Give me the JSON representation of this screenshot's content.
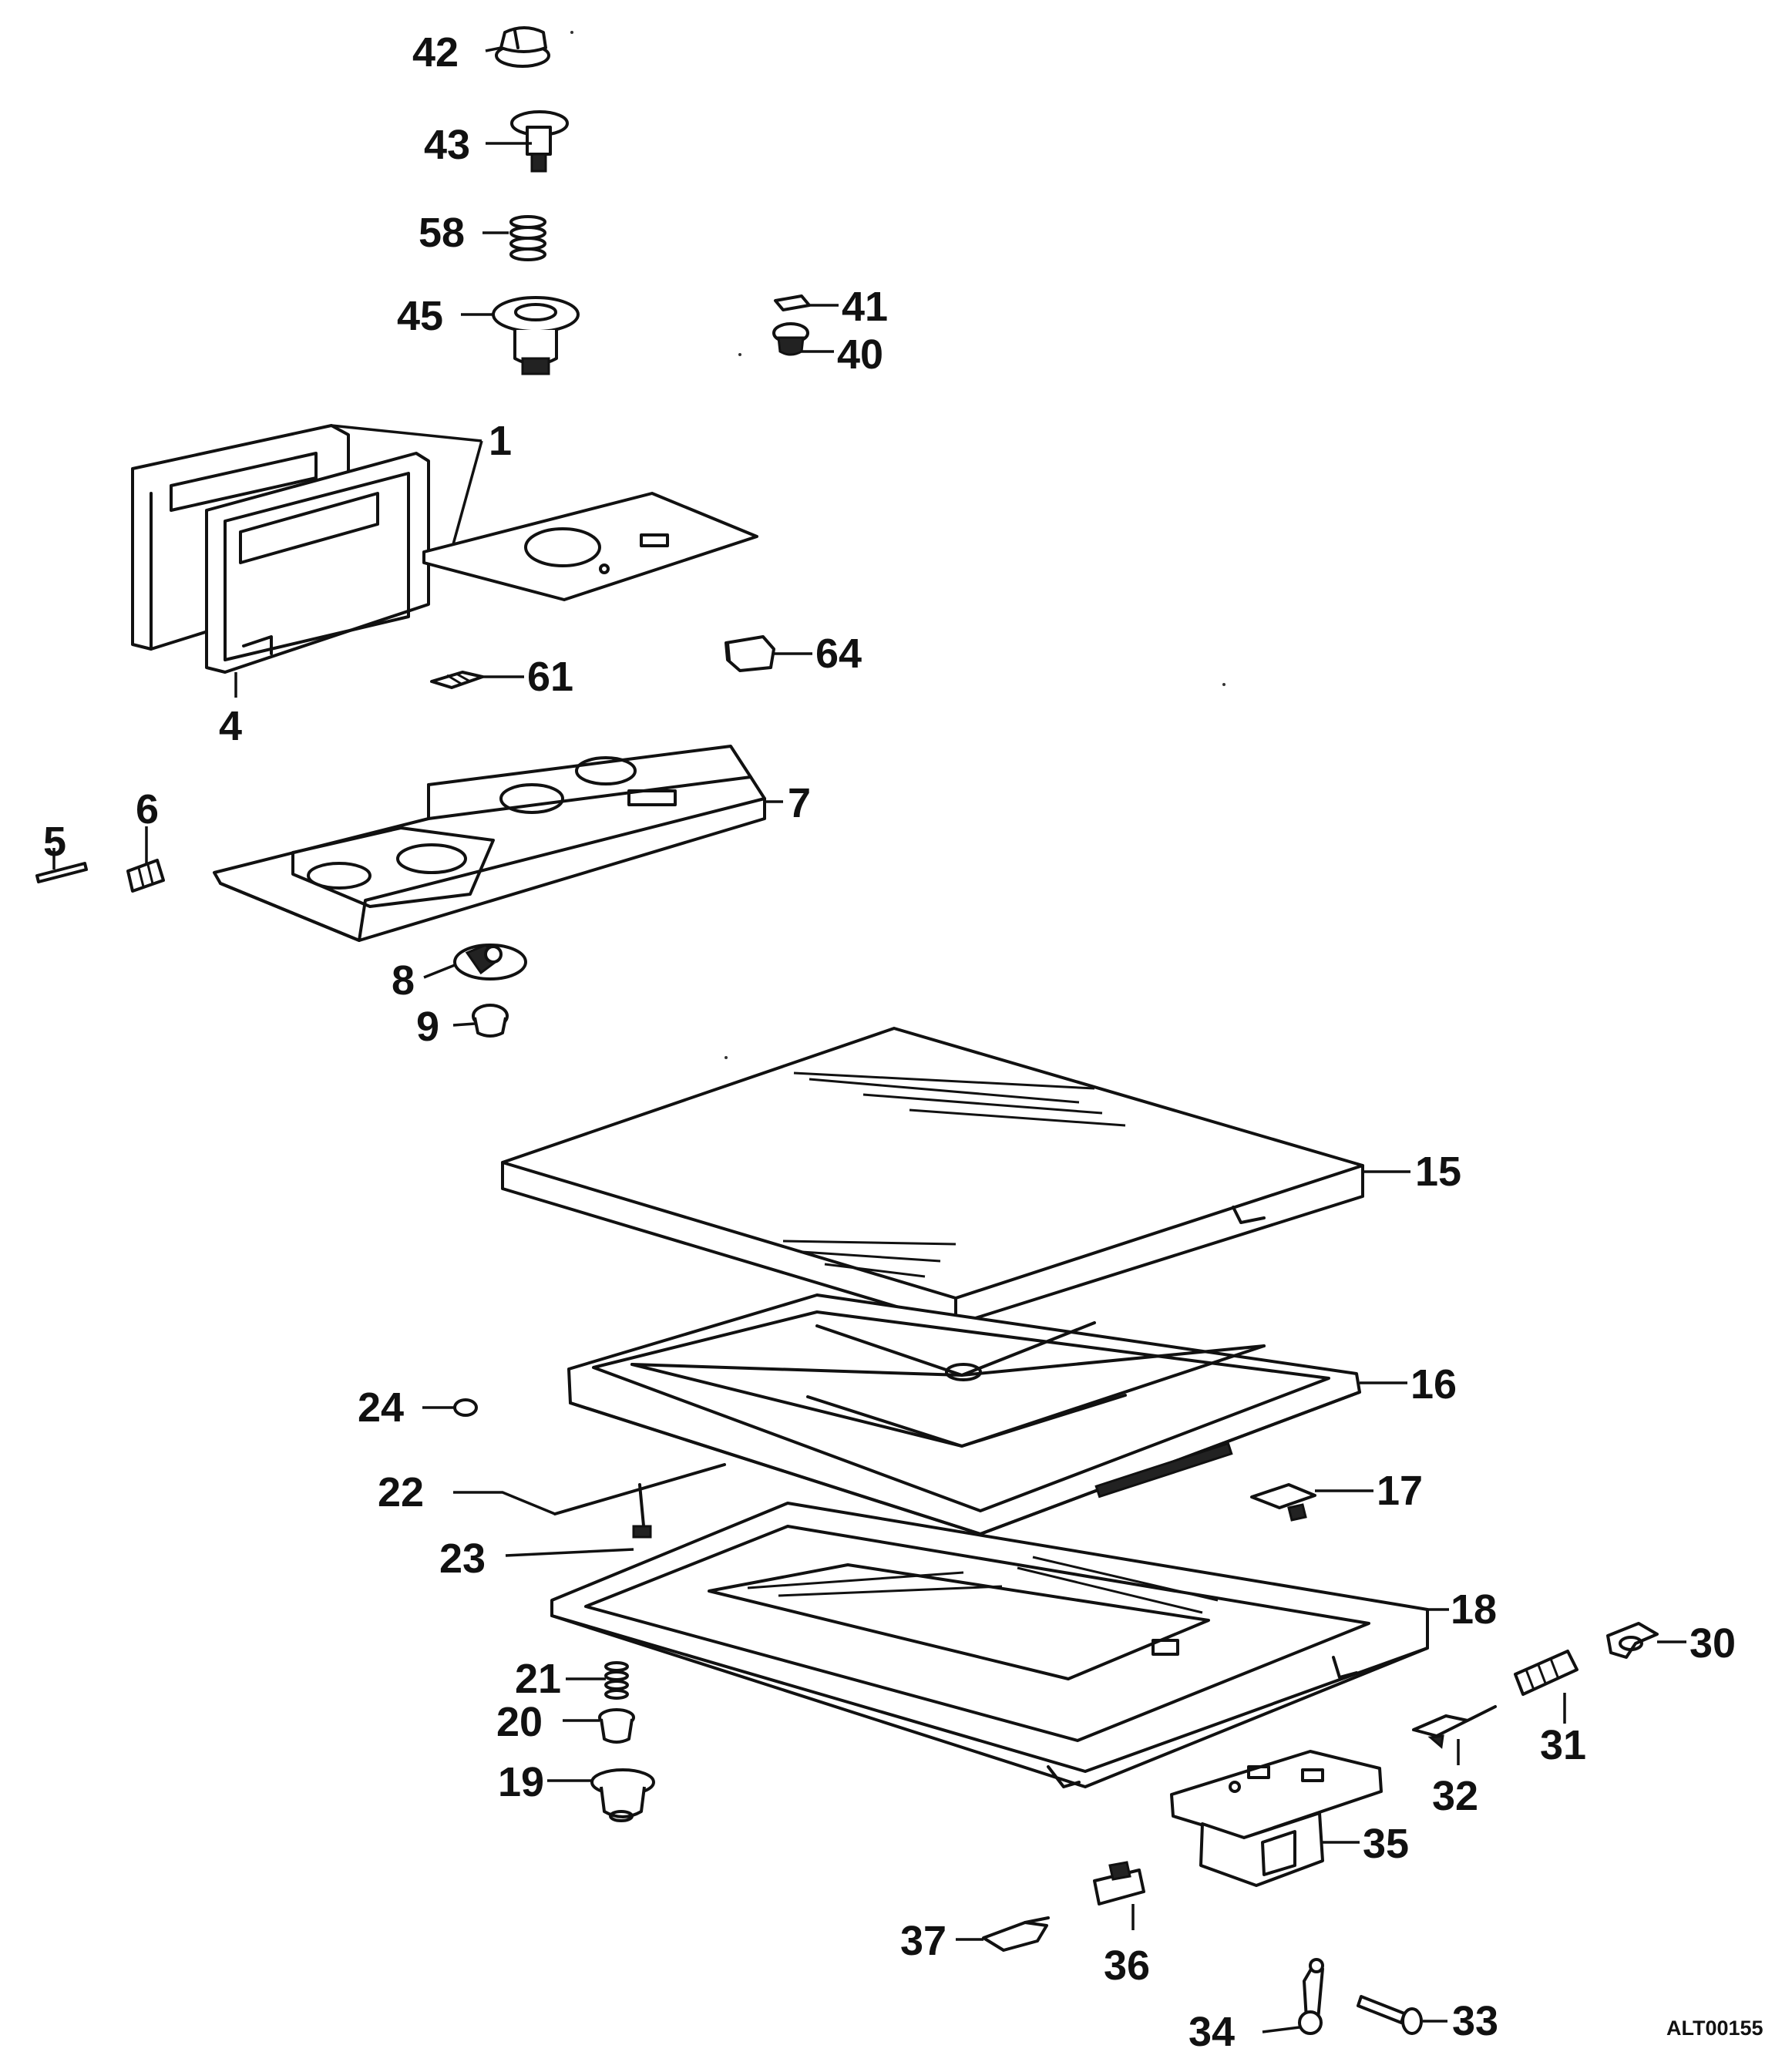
{
  "diagram": {
    "reference_code": "ALT00155",
    "callouts": [
      "42",
      "43",
      "58",
      "45",
      "41",
      "40",
      "1",
      "4",
      "61",
      "64",
      "5",
      "6",
      "7",
      "8",
      "9",
      "15",
      "16",
      "24",
      "22",
      "23",
      "17",
      "18",
      "30",
      "31",
      "21",
      "20",
      "19",
      "32",
      "35",
      "37",
      "36",
      "34",
      "33"
    ]
  }
}
